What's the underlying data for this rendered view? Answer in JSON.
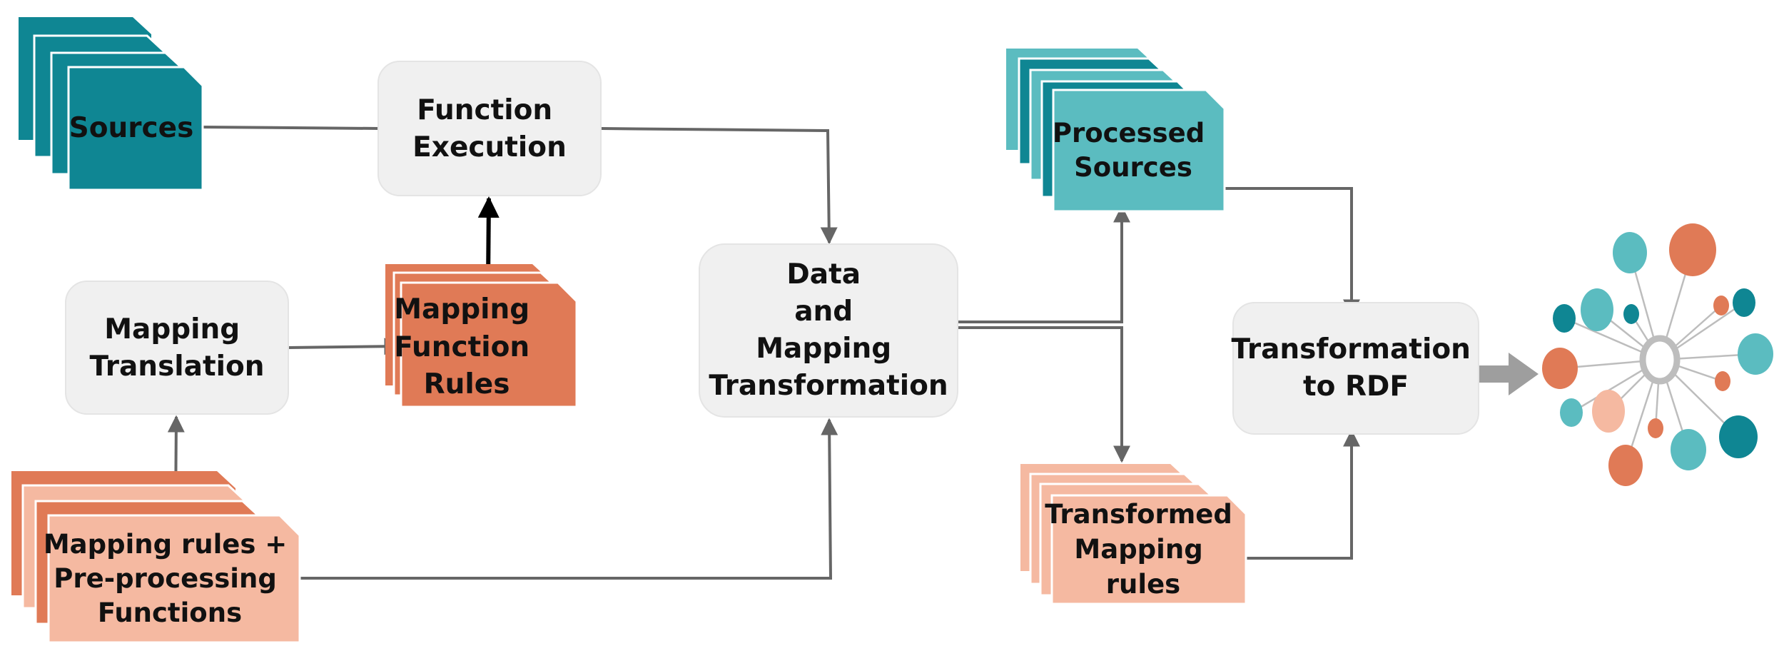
{
  "colors": {
    "teal_dark": "#0f8693",
    "teal_light": "#5bbcc0",
    "orange_dark": "#e07a56",
    "orange_light": "#f5b9a1",
    "process_box": "#f0f0f0",
    "arrow": "#666666",
    "arrow_bold": "#000000",
    "output_arrow": "#9e9e9e"
  },
  "documents": {
    "sources": {
      "lines": [
        "Sources"
      ]
    },
    "mapping_function_rules": {
      "lines": [
        "Mapping",
        "Function",
        "Rules"
      ]
    },
    "mapping_rules_preprocessing": {
      "lines": [
        "Mapping rules +",
        "Pre-processing",
        "Functions"
      ]
    },
    "processed_sources": {
      "lines": [
        "Processed",
        "Sources"
      ]
    },
    "transformed_mapping_rules": {
      "lines": [
        "Transformed",
        "Mapping",
        "rules"
      ]
    }
  },
  "processes": {
    "function_execution": {
      "lines": [
        "Function",
        "Execution"
      ]
    },
    "mapping_translation": {
      "lines": [
        "Mapping",
        "Translation"
      ]
    },
    "data_mapping_transformation": {
      "lines": [
        "Data",
        "and",
        "Mapping",
        "Transformation"
      ]
    },
    "transformation_to_rdf": {
      "lines": [
        "Transformation",
        "to RDF"
      ]
    }
  },
  "output": {
    "icon": "knowledge-graph-icon"
  }
}
